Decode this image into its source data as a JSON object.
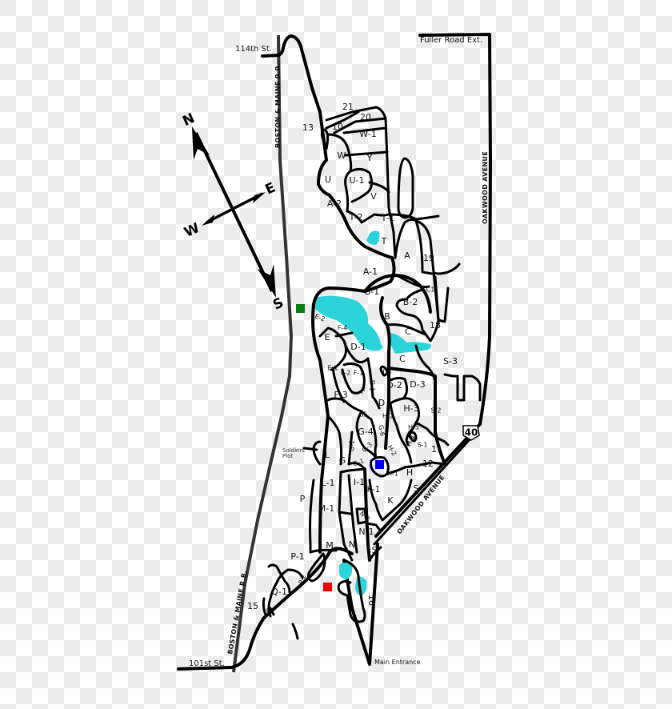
{
  "streets": {
    "north_street": "114th St.",
    "south_street": "101st St.",
    "fuller_road": "Fuller Road Ext.",
    "oakwood_east": "OAKWOOD AVENUE",
    "oakwood_south": "OAKWOOD AVENUE",
    "railroad_north": "BOSTON & MAINE R.R.",
    "railroad_south": "BOSTON & MAINE R.R.",
    "route_shield": "40",
    "main_entrance": "Main Entrance"
  },
  "compass": {
    "n": "N",
    "s": "S",
    "e": "E",
    "w": "W"
  },
  "annotations": {
    "soldiers_plot_line1": "Soldiers'",
    "soldiers_plot_line2": "Plot"
  },
  "markers": {
    "green": "#0a7d12",
    "blue": "#0000ee",
    "red": "#ee0000",
    "water": "#2ad4d9"
  },
  "sections": {
    "s21": "21",
    "s20": "20",
    "s13": "13",
    "s10": "10",
    "W1": "W-1",
    "W": "W",
    "Y": "Y",
    "U": "U",
    "U1": "U-1",
    "V": "V",
    "A2": "A-2",
    "T2": "T-2",
    "T1": "T-1",
    "T": "T",
    "A": "A",
    "s19": "19",
    "A1": "A-1",
    "C1": "C1",
    "B1": "B-1",
    "B2": "B-2",
    "B": "B",
    "s18": "18",
    "C_upper": "C",
    "E2": "E-2",
    "F4": "F-4",
    "E": "E",
    "D1": "D-1",
    "C_lower": "C",
    "S3": "S-3",
    "E1": "E-1",
    "F2": "F-2",
    "F1": "F-1",
    "D4": "D4",
    "D2": "D-2",
    "D3": "D-3",
    "D5": "D-1",
    "F3": "F-3",
    "F": "F",
    "D": "D",
    "G5": "G5",
    "H2": "H-2",
    "H3": "H-3",
    "S2": "S-2",
    "G4": "G-4",
    "G6": "G-6",
    "H5": "H-5",
    "H4": "H-4",
    "S1": "S-1",
    "s11": "11",
    "G2": "G-2",
    "G3": "G-3",
    "H2b": "H-2",
    "L": "L",
    "G": "G",
    "G1": "G-1",
    "H1": "H-1",
    "H": "H",
    "s12": "12",
    "L1": "L-1",
    "I1": "I-1",
    "I": "I",
    "K1": "K-1",
    "S_mid": "S",
    "P": "P",
    "K": "K",
    "M1": "M-1",
    "N2": "N-2",
    "N1": "N-1",
    "M": "M",
    "N": "N",
    "S_low": "S",
    "P1": "P-1",
    "P2": "P-2",
    "Q1": "Q-1",
    "s15": "15",
    "Q": "Q",
    "s16": "16"
  }
}
